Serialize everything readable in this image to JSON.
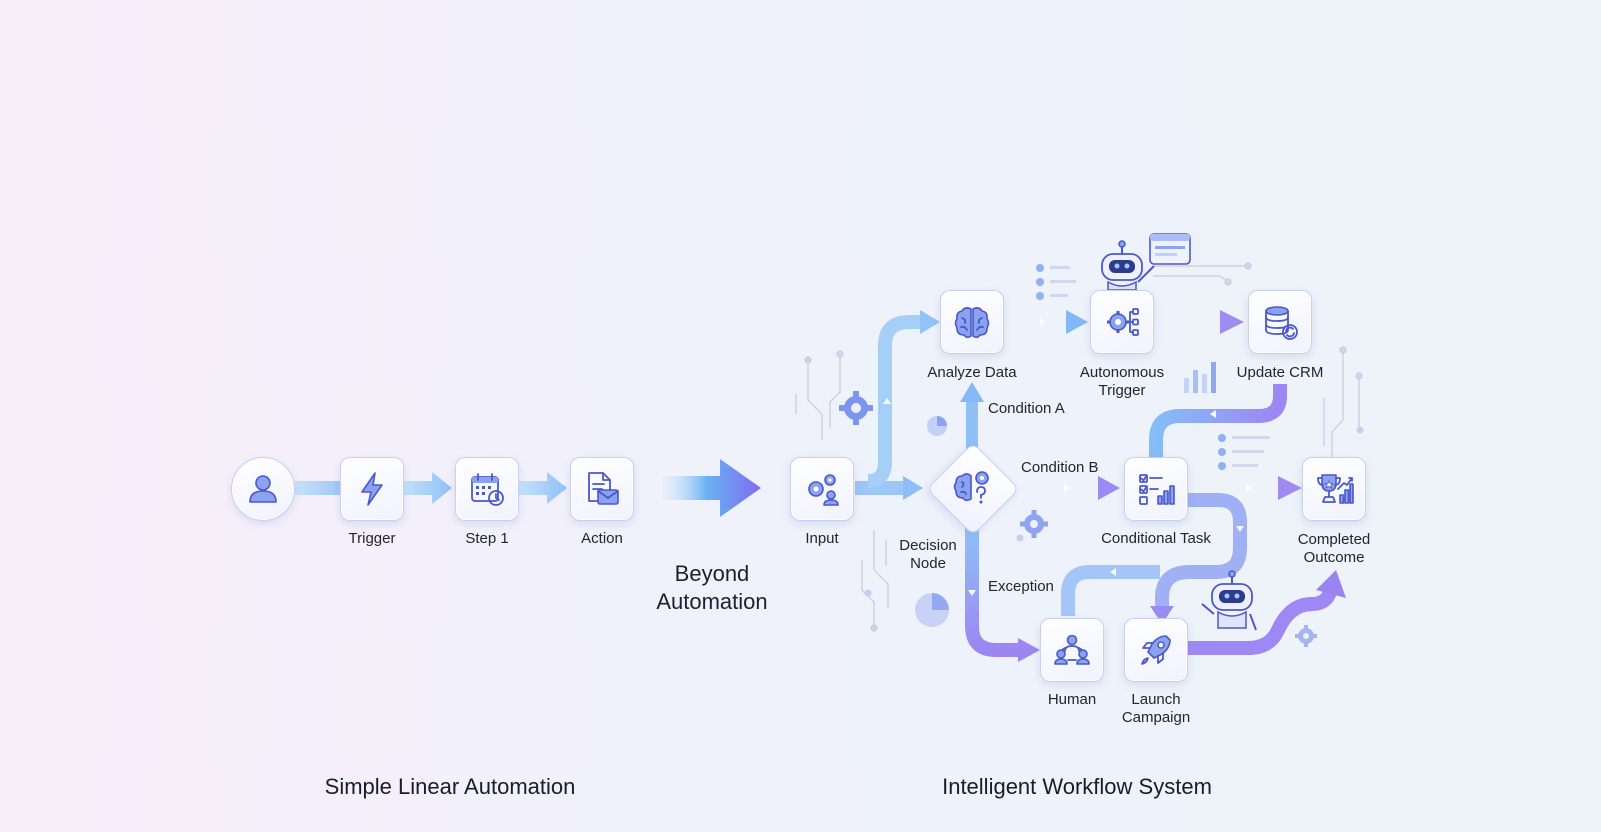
{
  "linear": {
    "section_title": "Simple Linear Automation",
    "trigger_label": "Trigger",
    "step1_label": "Step 1",
    "action_label": "Action"
  },
  "transition": {
    "line1": "Beyond",
    "line2": "Automation"
  },
  "workflow": {
    "section_title": "Intelligent Workflow System",
    "input_label": "Input",
    "decision_line1": "Decision",
    "decision_line2": "Node",
    "analyze_label": "Analyze Data",
    "autonomous_line1": "Autonomous",
    "autonomous_line2": "Trigger",
    "update_crm_label": "Update CRM",
    "conditional_task_label": "Conditional Task",
    "completed_line1": "Completed",
    "completed_line2": "Outcome",
    "human_label": "Human",
    "launch_line1": "Launch",
    "launch_line2": "Campaign",
    "condition_a": "Condition A",
    "condition_b": "Condition B",
    "exception": "Exception"
  },
  "colors": {
    "accent_blue": "#7fb4f5",
    "accent_purple": "#9b82f3",
    "icon_stroke": "#4a58c8",
    "icon_fill": "#8aa2f0"
  },
  "icons": {
    "user": "user-icon",
    "trigger": "lightning-icon",
    "step1": "calendar-clock-icon",
    "action": "document-mail-icon",
    "input": "gears-user-icon",
    "decision": "brain-question-icon",
    "analyze": "brain-icon",
    "autonomous": "gear-network-icon",
    "update_crm": "database-sync-icon",
    "conditional_task": "checklist-chart-icon",
    "completed": "trophy-chart-icon",
    "human": "team-icon",
    "launch": "rocket-icon",
    "robot": "robot-icon"
  }
}
